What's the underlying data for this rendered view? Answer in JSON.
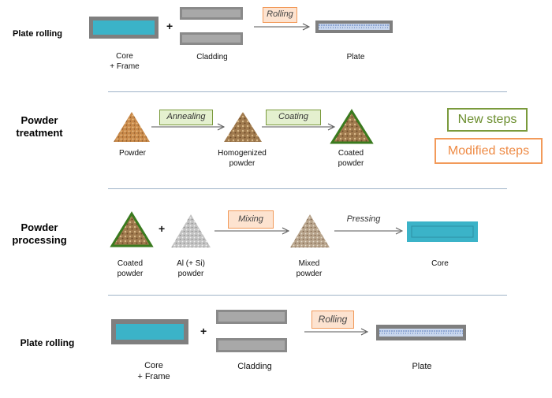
{
  "sections": {
    "top_rolling": "Plate rolling",
    "powder_treatment": "Powder\ntreatment",
    "powder_processing": "Powder\nprocessing",
    "bottom_rolling": "Plate rolling"
  },
  "steps": {
    "rolling": "Rolling",
    "annealing": "Annealing",
    "coating": "Coating",
    "mixing": "Mixing",
    "pressing": "Pressing"
  },
  "captions": {
    "core_frame": "Core\n+ Frame",
    "cladding": "Cladding",
    "plate": "Plate",
    "powder": "Powder",
    "homogenized_powder": "Homogenized\npowder",
    "coated_powder": "Coated\npowder",
    "al_si_powder": "Al (+ Si)\npowder",
    "mixed_powder": "Mixed\npowder",
    "core": "Core"
  },
  "symbols": {
    "plus": "+"
  },
  "legend": {
    "new_steps": "New steps",
    "modified_steps": "Modified steps"
  },
  "colors": {
    "new_step_green": "#7a9a3c",
    "modified_step_orange": "#f29a5a",
    "core_blue": "#3bb3c8",
    "cladding_gray": "#8a8a8a"
  }
}
